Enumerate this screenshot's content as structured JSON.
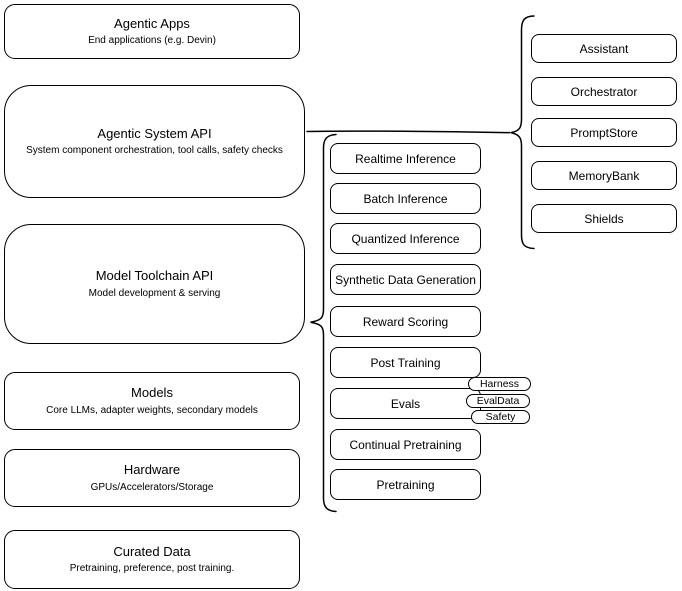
{
  "diagram": {
    "left_stack": [
      {
        "title": "Agentic Apps",
        "subtitle": "End applications (e.g. Devin)"
      },
      {
        "title": "Agentic System API",
        "subtitle": "System component orchestration, tool calls, safety checks"
      },
      {
        "title": "Model Toolchain API",
        "subtitle": "Model development & serving"
      },
      {
        "title": "Models",
        "subtitle": "Core LLMs, adapter weights, secondary models"
      },
      {
        "title": "Hardware",
        "subtitle": "GPUs/Accelerators/Storage"
      },
      {
        "title": "Curated Data",
        "subtitle": "Pretraining, preference, post training."
      }
    ],
    "toolchain_items": [
      "Realtime Inference",
      "Batch Inference",
      "Quantized Inference",
      "Synthetic Data Generation",
      "Reward Scoring",
      "Post Training",
      "Evals",
      "Continual Pretraining",
      "Pretraining"
    ],
    "system_components": [
      "Assistant",
      "Orchestrator",
      "PromptStore",
      "MemoryBank",
      "Shields"
    ],
    "eval_pills": [
      "Harness",
      "EvalData",
      "Safety"
    ],
    "colors": {
      "stroke": "#000000",
      "background": "#ffffff",
      "text": "#000000"
    }
  }
}
